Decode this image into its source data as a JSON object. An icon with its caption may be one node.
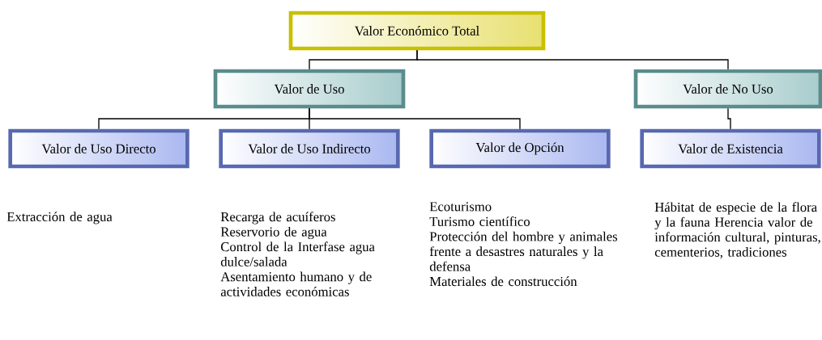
{
  "diagram": {
    "nodes": [
      {
        "text": [
          "Valor Económico Total"
        ]
      },
      {
        "text": [
          "Valor de Uso"
        ]
      },
      {
        "text": [
          "Valor de No Uso"
        ]
      },
      {
        "text": [
          "Valor de Uso Directo"
        ],
        "beside": [
          "Extracción de agua"
        ]
      },
      {
        "text": [
          "Valor de Uso Indirecto"
        ],
        "beside": [
          "Recarga de acuíferos",
          "Reservorio de agua",
          "Control de la Interfase agua dulce/salada",
          "Asentamiento humano y de actividades económicas"
        ]
      },
      {
        "text": [
          "Valor de Opción"
        ],
        "beside": [
          "Ecoturismo",
          "Turismo científico",
          "Protección del hombre y animales frente a desastres naturales y la defensa",
          "Materiales de construcción"
        ]
      },
      {
        "text": [
          "Valor de Existencia"
        ],
        "beside": [
          "Hábitat de especie de la flora y la fauna Herencia valor de información cultural, pinturas, cementerios, tradiciones"
        ]
      }
    ],
    "edges": [
      {
        "from": 0,
        "to": 1,
        "arrow": "none"
      },
      {
        "from": 0,
        "to": 2,
        "arrow": "none"
      },
      {
        "from": 1,
        "to": 3,
        "arrow": "none"
      },
      {
        "from": 1,
        "to": 4,
        "arrow": "none"
      },
      {
        "from": 1,
        "to": 5,
        "arrow": "none"
      },
      {
        "from": 2,
        "to": 6,
        "arrow": "none"
      }
    ]
  }
}
